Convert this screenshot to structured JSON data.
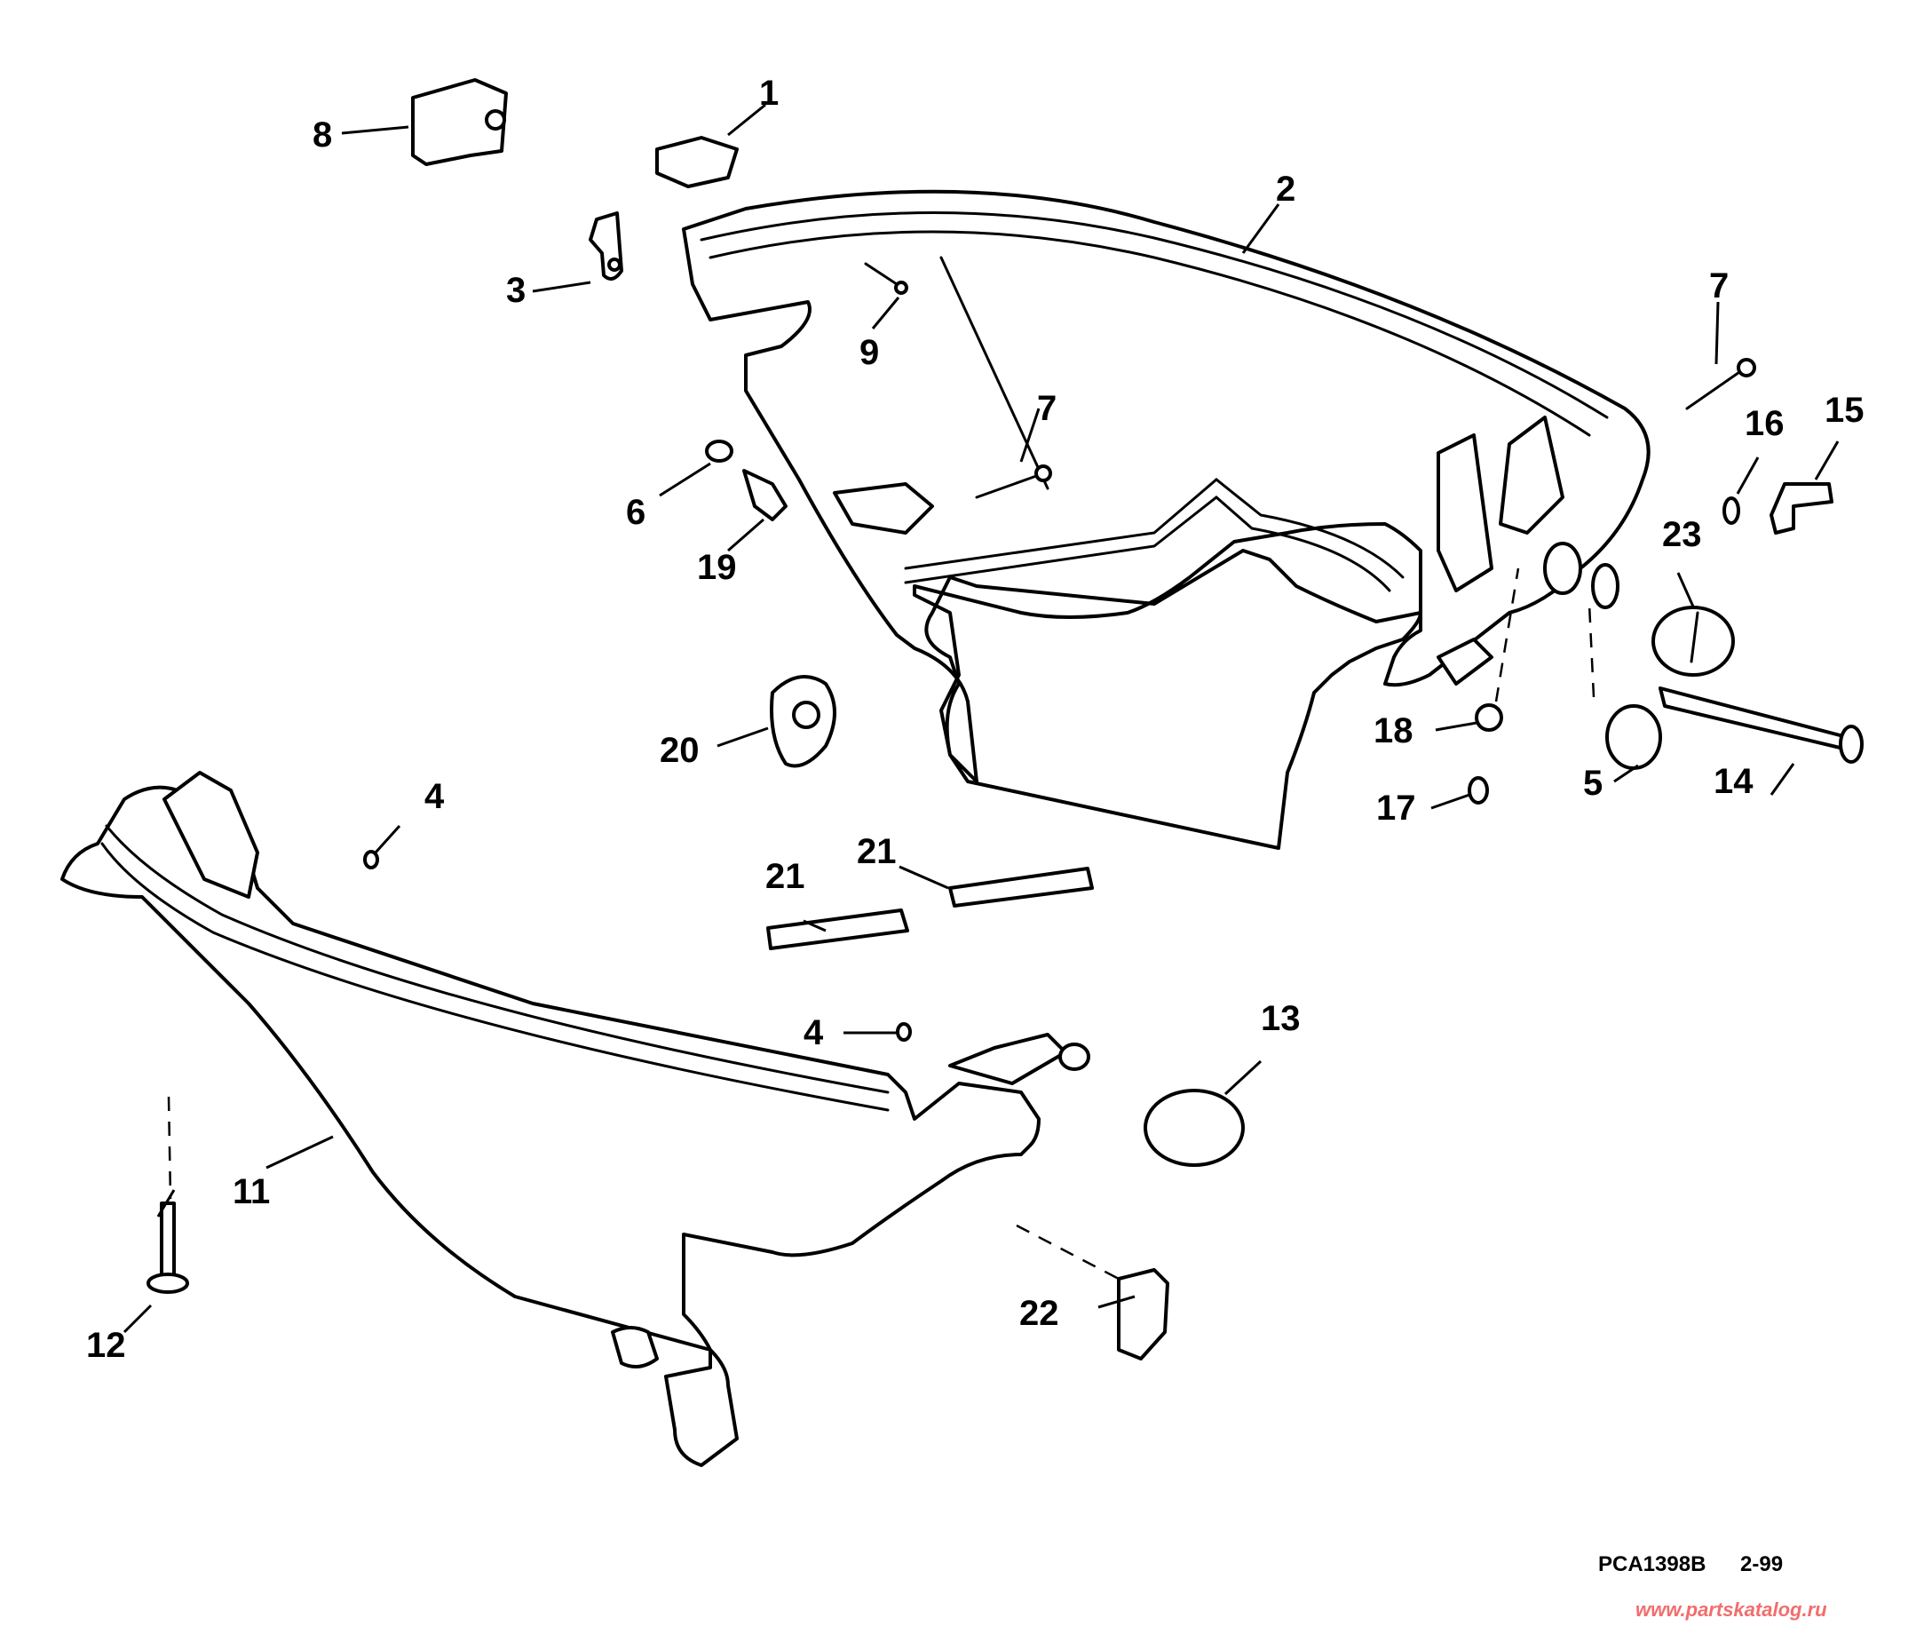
{
  "diagram": {
    "title": "Outboard motor lower engine cover parts diagram",
    "drawing_code": "PCA1398B",
    "revision_date": "2-99",
    "watermark": "www.partskatalog.ru",
    "watermark_color": "#f26d6d",
    "callouts": [
      {
        "id": "1",
        "part": "cover latch block"
      },
      {
        "id": "2",
        "part": "engine cover (upper half)"
      },
      {
        "id": "3",
        "part": "latch hook"
      },
      {
        "id": "4",
        "part": "nut"
      },
      {
        "id": "4",
        "part": "nut"
      },
      {
        "id": "5",
        "part": "plug"
      },
      {
        "id": "6",
        "part": "washer"
      },
      {
        "id": "7",
        "part": "screw"
      },
      {
        "id": "7",
        "part": "screw"
      },
      {
        "id": "8",
        "part": "latch lever"
      },
      {
        "id": "9",
        "part": "screw"
      },
      {
        "id": "11",
        "part": "engine cover (lower half)"
      },
      {
        "id": "12",
        "part": "bolt"
      },
      {
        "id": "13",
        "part": "grommet"
      },
      {
        "id": "14",
        "part": "latch pin"
      },
      {
        "id": "15",
        "part": "bracket"
      },
      {
        "id": "16",
        "part": "washer"
      },
      {
        "id": "17",
        "part": "screw"
      },
      {
        "id": "18",
        "part": "grommet"
      },
      {
        "id": "19",
        "part": "bolt"
      },
      {
        "id": "20",
        "part": "fitting"
      },
      {
        "id": "21",
        "part": "roll pin"
      },
      {
        "id": "21",
        "part": "roll pin"
      },
      {
        "id": "22",
        "part": "seal"
      },
      {
        "id": "23",
        "part": "grommet"
      }
    ]
  }
}
